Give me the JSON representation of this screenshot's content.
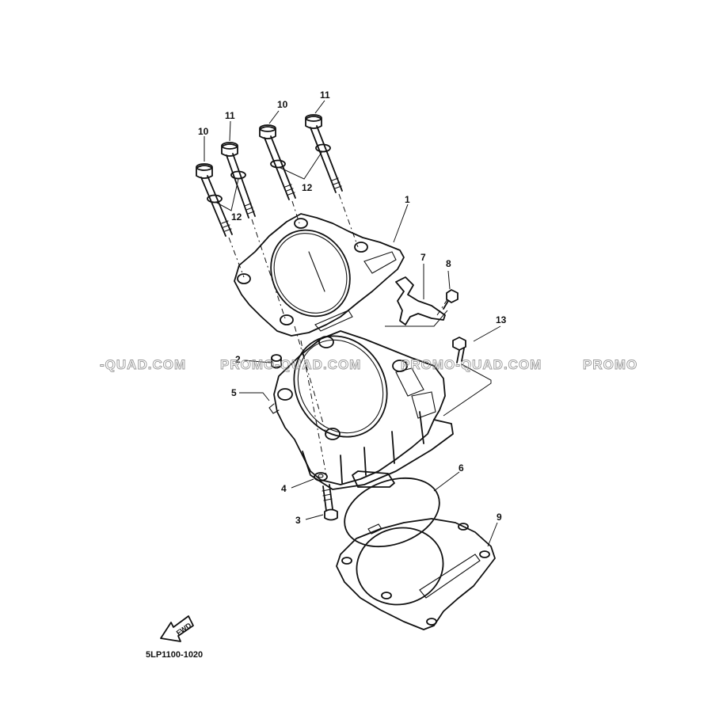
{
  "watermark": {
    "segments": [
      "-QUAD.COM",
      "PROMO-QUAD.COM",
      "PROMO-QUAD.COM",
      "PROMO"
    ]
  },
  "callouts": {
    "c1": "1",
    "c2": "2",
    "c3": "3",
    "c4": "4",
    "c5": "5",
    "c6": "6",
    "c7": "7",
    "c8": "8",
    "c9": "9",
    "c10a": "10",
    "c10b": "10",
    "c11a": "11",
    "c11b": "11",
    "c12a": "12",
    "c12b": "12",
    "c13": "13"
  },
  "fwd_arrow": {
    "label": "FWD"
  },
  "diagram_code": "5LP1100-1020",
  "colors": {
    "line": "#111111",
    "watermark": "#9a9a9a",
    "background": "#ffffff"
  }
}
